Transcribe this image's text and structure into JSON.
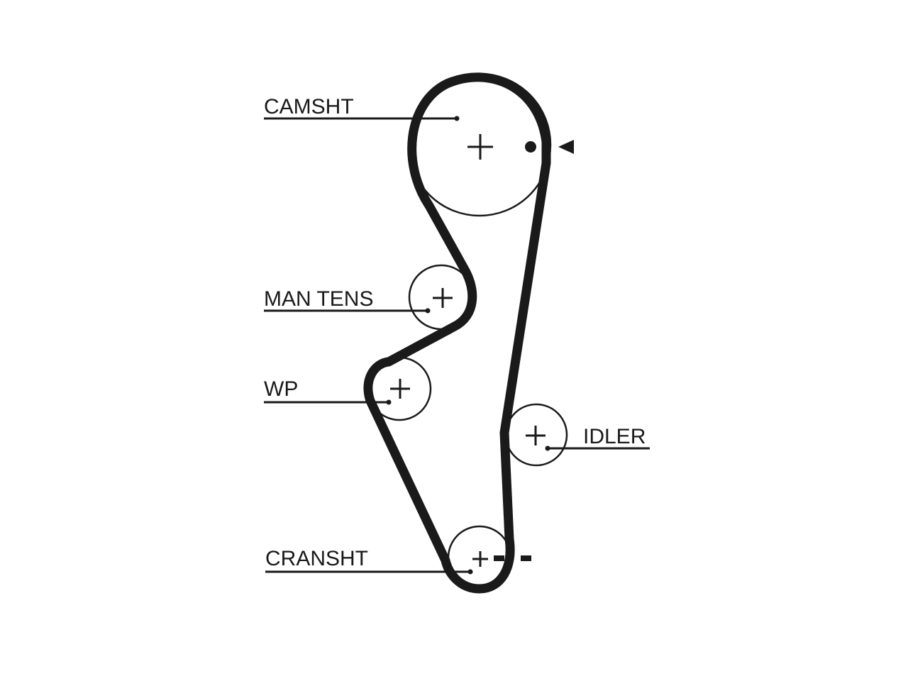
{
  "labels": {
    "camshaft": "CAMSHT",
    "manual_tensioner": "MAN TENS",
    "water_pump": "WP",
    "idler": "IDLER",
    "crankshaft": "CRANSHT"
  },
  "colors": {
    "line": "#1a1a1a",
    "background": "#ffffff"
  }
}
